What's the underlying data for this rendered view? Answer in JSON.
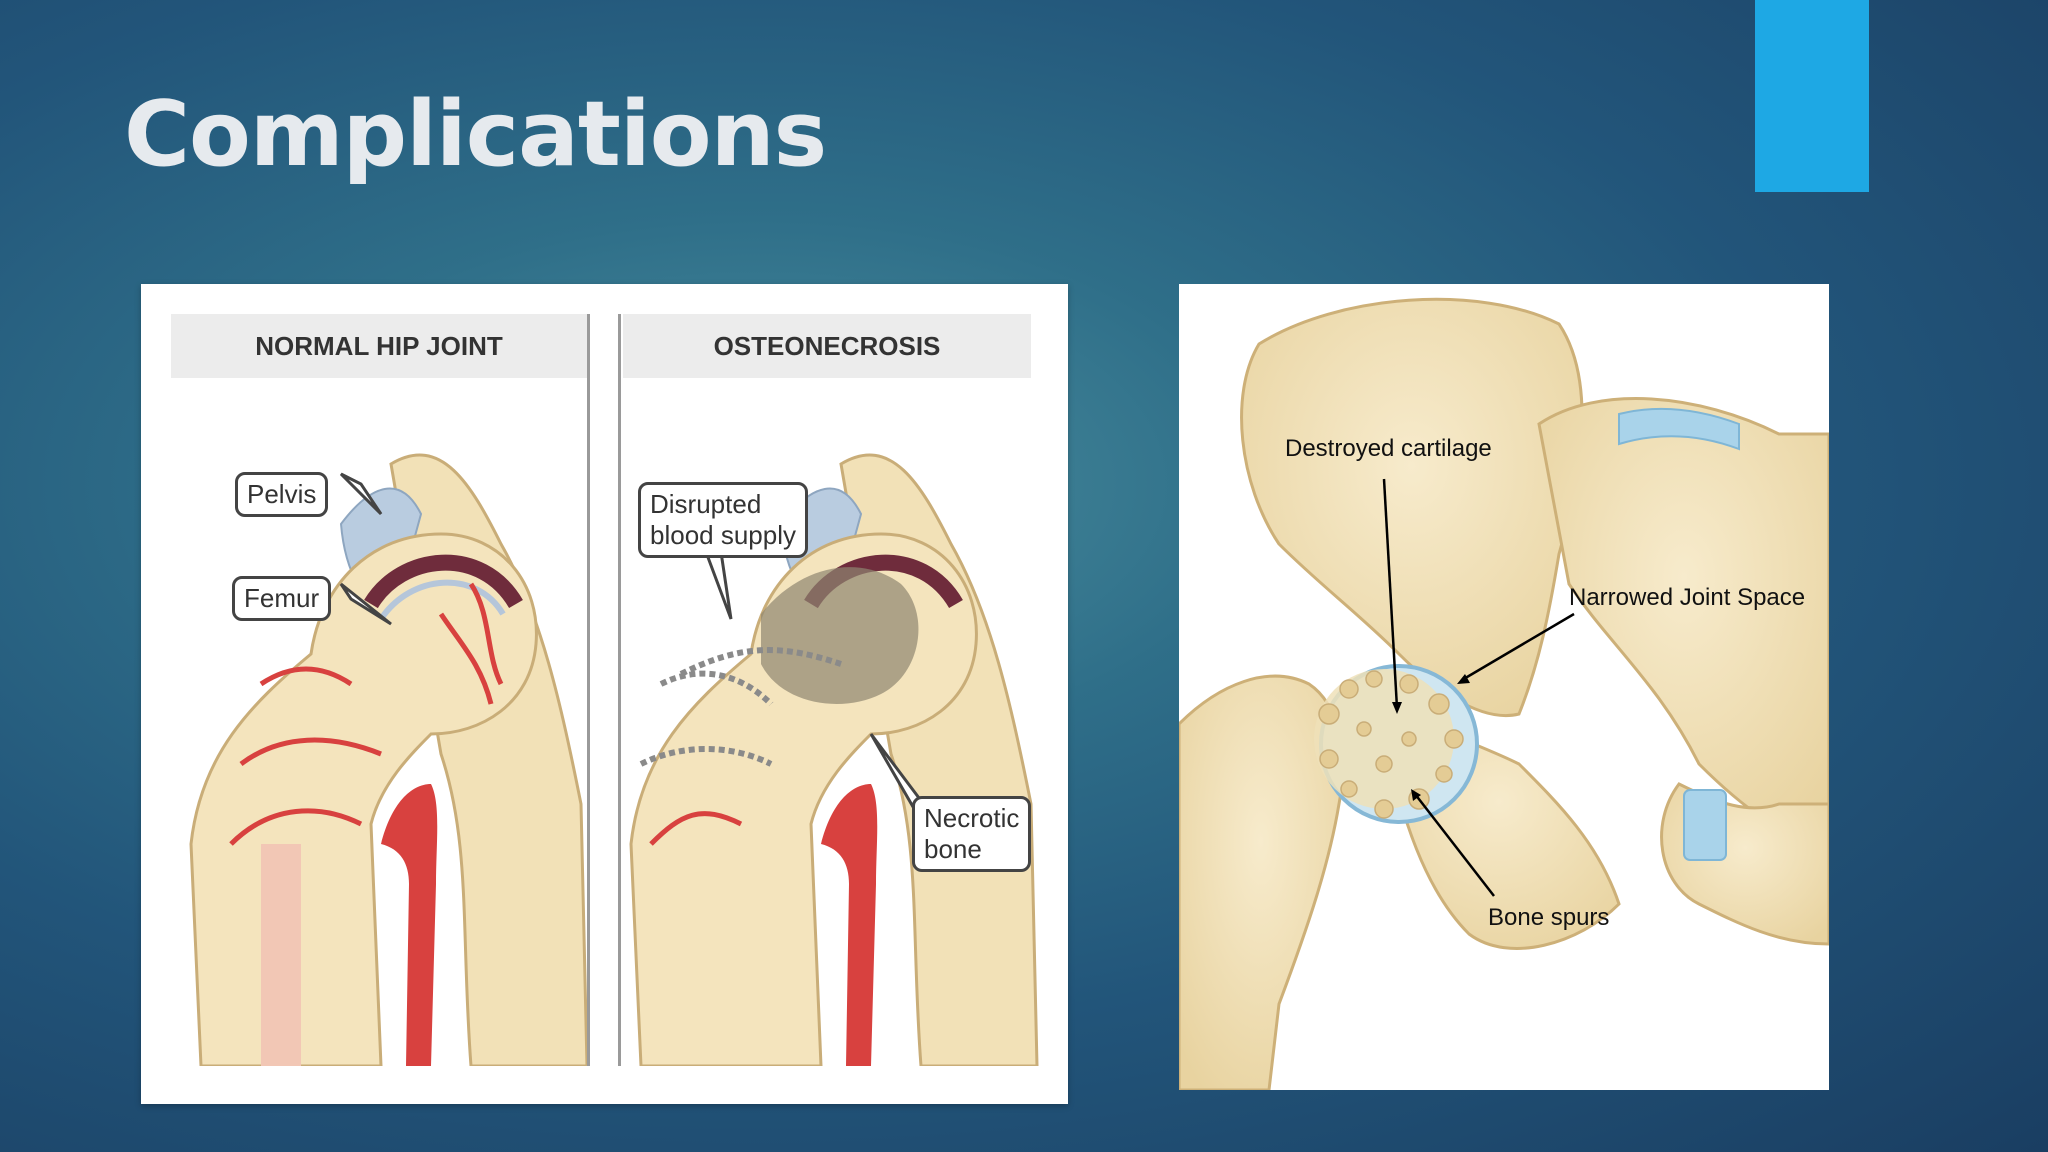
{
  "slide": {
    "title": "Complications"
  },
  "left_figure": {
    "headers": {
      "normal": "NORMAL HIP JOINT",
      "osteonecrosis": "OSTEONECROSIS"
    },
    "callouts": {
      "pelvis": "Pelvis",
      "femur": "Femur",
      "disrupted_blood_supply": "Disrupted\nblood supply",
      "necrotic_bone": "Necrotic\nbone"
    }
  },
  "right_figure": {
    "labels": {
      "destroyed_cartilage": "Destroyed cartilage",
      "narrowed_joint_space": "Narrowed Joint Space",
      "bone_spurs": "Bone spurs"
    }
  },
  "colors": {
    "accent": "#1ea8e4",
    "title": "#e6eaee",
    "bone": "#f1deb2",
    "artery": "#d8413f"
  }
}
